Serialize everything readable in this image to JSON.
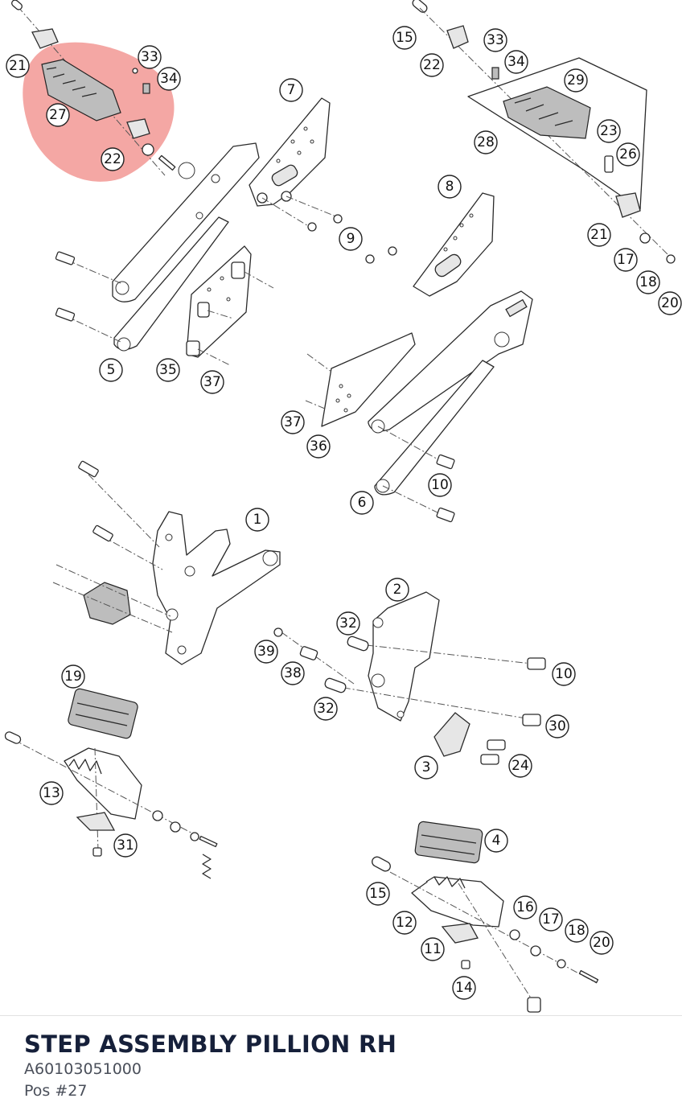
{
  "diagram": {
    "highlight_color": "#f08a86",
    "highlighted_position": "27",
    "callouts": [
      "21",
      "33",
      "34",
      "27",
      "22",
      "7",
      "15",
      "22",
      "33",
      "34",
      "29",
      "28",
      "23",
      "26",
      "8",
      "9",
      "21",
      "17",
      "18",
      "20",
      "5",
      "35",
      "37",
      "37",
      "36",
      "10",
      "6",
      "1",
      "2",
      "32",
      "39",
      "38",
      "10",
      "32",
      "30",
      "3",
      "24",
      "19",
      "13",
      "31",
      "4",
      "15",
      "12",
      "16",
      "17",
      "18",
      "20",
      "11",
      "14"
    ]
  },
  "footer": {
    "part_name": "STEP ASSEMBLY PILLION RH",
    "part_number": "A60103051000",
    "position": "Pos #27"
  }
}
